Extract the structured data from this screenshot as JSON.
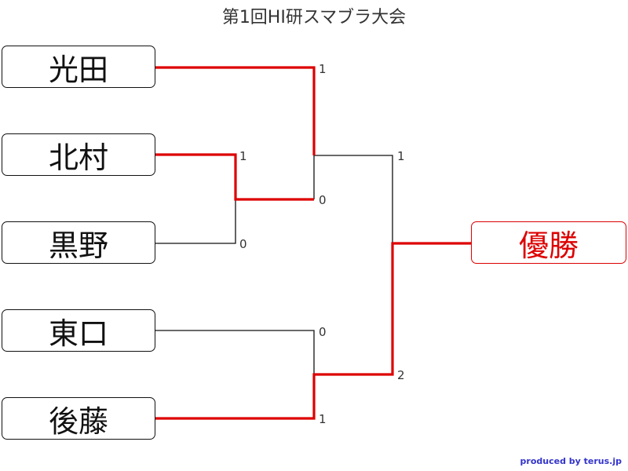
{
  "title": "第1回HI研スマブラ大会",
  "players": [
    "光田",
    "北村",
    "黒野",
    "東口",
    "後藤"
  ],
  "champion_label": "優勝",
  "scores": {
    "r1_kitamura": "1",
    "r1_kurono": "0",
    "r2_mitsuda": "1",
    "r2_kitamura": "0",
    "r2_higashiguchi": "0",
    "r2_goto": "1",
    "final_mitsuda": "1",
    "final_goto": "2"
  },
  "colors": {
    "win_line": "#dd0000",
    "lose_line": "#111111",
    "champion": "#dd0000"
  },
  "credit": "produced by terus.jp"
}
